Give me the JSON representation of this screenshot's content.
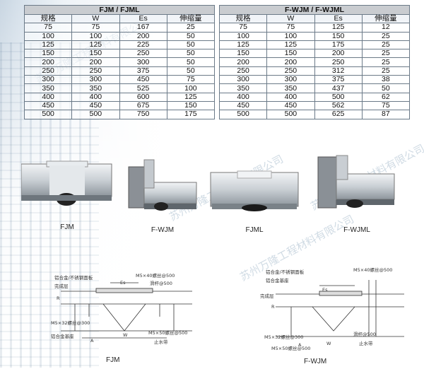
{
  "table_left": {
    "title": "FJM / FJML",
    "headers": [
      "规格",
      "W",
      "Es",
      "伸缩量"
    ],
    "rows": [
      [
        "75",
        "75",
        "167",
        "25"
      ],
      [
        "100",
        "100",
        "200",
        "50"
      ],
      [
        "125",
        "125",
        "225",
        "50"
      ],
      [
        "150",
        "150",
        "250",
        "50"
      ],
      [
        "200",
        "200",
        "300",
        "50"
      ],
      [
        "250",
        "250",
        "375",
        "50"
      ],
      [
        "300",
        "300",
        "450",
        "75"
      ],
      [
        "350",
        "350",
        "525",
        "100"
      ],
      [
        "400",
        "400",
        "600",
        "125"
      ],
      [
        "450",
        "450",
        "675",
        "150"
      ],
      [
        "500",
        "500",
        "750",
        "175"
      ]
    ]
  },
  "table_right": {
    "title": "F-WJM / F-WJML",
    "headers": [
      "规格",
      "W",
      "Es",
      "伸缩量"
    ],
    "rows": [
      [
        "75",
        "75",
        "125",
        "12"
      ],
      [
        "100",
        "100",
        "150",
        "25"
      ],
      [
        "125",
        "125",
        "175",
        "25"
      ],
      [
        "150",
        "150",
        "200",
        "25"
      ],
      [
        "200",
        "200",
        "250",
        "25"
      ],
      [
        "250",
        "250",
        "312",
        "25"
      ],
      [
        "300",
        "300",
        "375",
        "38"
      ],
      [
        "350",
        "350",
        "437",
        "50"
      ],
      [
        "400",
        "400",
        "500",
        "62"
      ],
      [
        "450",
        "450",
        "562",
        "75"
      ],
      [
        "500",
        "500",
        "625",
        "87"
      ]
    ]
  },
  "products": {
    "fjm": "FJM",
    "fwjm": "F-WJM",
    "fjml": "FJML",
    "fwjml": "F-WJML"
  },
  "diagram_left": {
    "caption": "FJM",
    "a1": "铝合金/不锈钢面板",
    "a2": "完成层",
    "a3": "M5×40螺丝@500",
    "a4": "滑杆@500",
    "a5": "M5×32螺丝@300",
    "a6": "铝合金基座",
    "a7": "M5×50螺丝@500",
    "a8": "止水带",
    "m_es": "Es",
    "m_w": "W",
    "m_r": "R",
    "m_a": "A"
  },
  "diagram_right": {
    "caption": "F-WJM",
    "a1": "铝合金/不锈钢面板",
    "a2": "铝合金基座",
    "a3": "完成层",
    "a4": "M5×40螺丝@500",
    "a5": "滑杆@500",
    "a6": "M5×32螺丝@300",
    "a7": "M5×50螺丝@500",
    "a8": "止水带",
    "m_es": "Es",
    "m_w": "W",
    "m_r": "R",
    "m_a": "A"
  },
  "watermark": "苏州万隆工程材料有限公司"
}
